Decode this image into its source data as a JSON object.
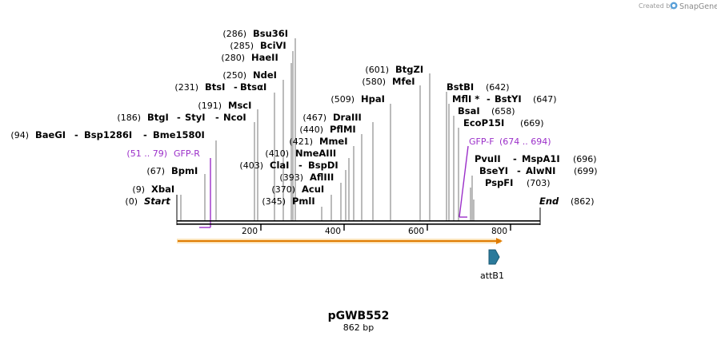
{
  "header": {
    "credit": "Created by",
    "brand": "SnapGene"
  },
  "map": {
    "name": "pGWB552",
    "length_label": "862 bp",
    "start": {
      "pos": "(0)",
      "label": "Start"
    },
    "end": {
      "label": "End",
      "pos": "(862)"
    },
    "ruler_ticks": [
      "200",
      "400",
      "600",
      "800"
    ],
    "enzymes": [
      {
        "pos": "(286)",
        "name": "Bsu36I"
      },
      {
        "pos": "(285)",
        "name": "BciVI"
      },
      {
        "pos": "(280)",
        "name": "HaeII"
      },
      {
        "pos": "(250)",
        "name": "NdeI"
      },
      {
        "pos": "(231)",
        "name": "BtsI",
        "alt": "BtsαI"
      },
      {
        "pos": "(191)",
        "name": "MscI"
      },
      {
        "pos": "(186)",
        "name": "BtgI",
        "alt": "StyI",
        "alt2": "NcoI"
      },
      {
        "pos": "(94)",
        "name": "BaeGI",
        "alt": "Bsp1286I",
        "alt2": "Bme1580I"
      },
      {
        "pos": "(67)",
        "name": "BpmI"
      },
      {
        "pos": "(9)",
        "name": "XbaI"
      },
      {
        "pos": "(601)",
        "name": "BtgZI"
      },
      {
        "pos": "(580)",
        "name": "MfeI"
      },
      {
        "pos": "(509)",
        "name": "HpaI"
      },
      {
        "pos": "(467)",
        "name": "DraIII"
      },
      {
        "pos": "(440)",
        "name": "PflMI"
      },
      {
        "pos": "(421)",
        "name": "MmeI"
      },
      {
        "pos": "(410)",
        "name": "NmeAIII"
      },
      {
        "pos": "(403)",
        "name": "ClaI",
        "alt": "BspDI"
      },
      {
        "pos": "(393)",
        "name": "AflIII"
      },
      {
        "pos": "(370)",
        "name": "AcuI"
      },
      {
        "pos": "(345)",
        "name": "PmlI"
      },
      {
        "pos": "(642)",
        "name": "BstBI"
      },
      {
        "pos": "(647)",
        "name": "MflI *",
        "alt": "BstYI"
      },
      {
        "pos": "(658)",
        "name": "BsaI"
      },
      {
        "pos": "(669)",
        "name": "EcoP15I"
      },
      {
        "pos": "(696)",
        "name": "PvuII",
        "alt": "MspA1I"
      },
      {
        "pos": "(699)",
        "name": "BseYI",
        "alt": "AlwNI"
      },
      {
        "pos": "(703)",
        "name": "PspFI"
      }
    ],
    "primers": [
      {
        "range": "(51 .. 79)",
        "name": "GFP-R"
      },
      {
        "range": "(674 .. 694)",
        "name": "GFP-F"
      }
    ],
    "feature": {
      "name": "attB1"
    },
    "colors": {
      "primer": "#9b2fc9",
      "orf_fill": "#f5a623",
      "orf_stroke": "#e07b00",
      "attb": "#2b7a9b"
    }
  }
}
